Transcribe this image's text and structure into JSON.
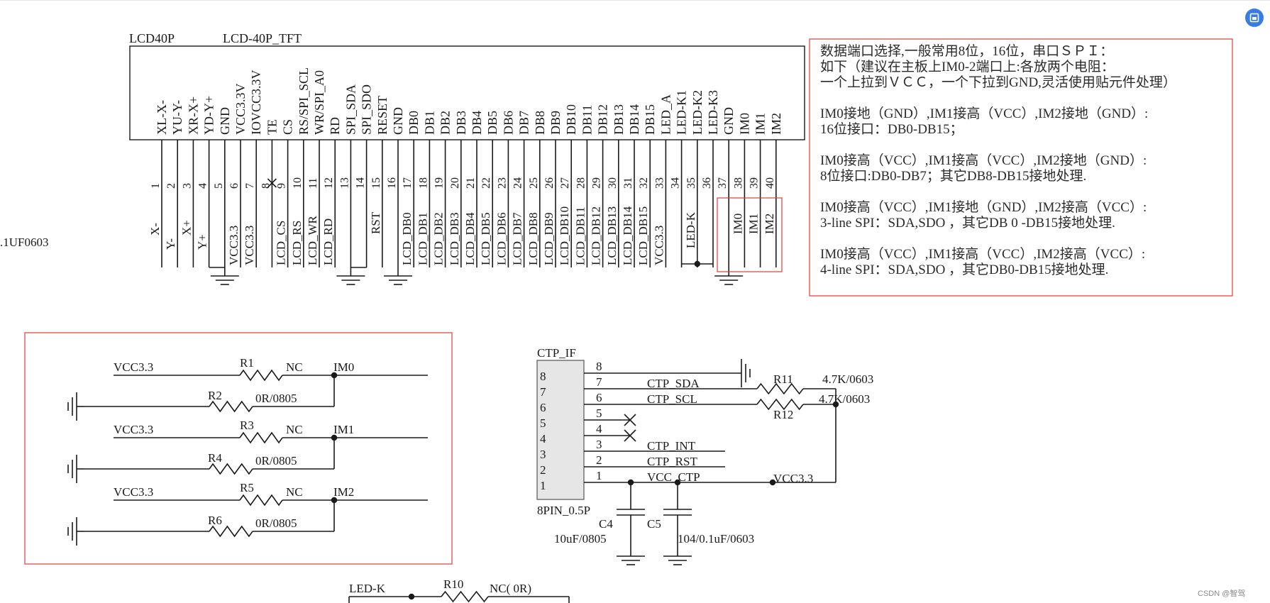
{
  "lcd": {
    "ref": "LCD40P",
    "value": "LCD-40P_TFT",
    "pins": [
      {
        "name": "XL-X-",
        "num": "1",
        "net": "X-"
      },
      {
        "name": "YU-Y-",
        "num": "2",
        "net": "Y-"
      },
      {
        "name": "XR-X+",
        "num": "3",
        "net": "X+"
      },
      {
        "name": "YD-Y+",
        "num": "4",
        "net": "Y+"
      },
      {
        "name": "GND",
        "num": "5",
        "net": ""
      },
      {
        "name": "VCC3.3V",
        "num": "6",
        "net": "VCC3.3"
      },
      {
        "name": "IOVCC3.3V",
        "num": "7",
        "net": "VCC3.3"
      },
      {
        "name": "TE",
        "num": "8",
        "net": ""
      },
      {
        "name": "CS",
        "num": "9",
        "net": "LCD_CS"
      },
      {
        "name": "RS/SPI_SCL",
        "num": "10",
        "net": "LCD_RS"
      },
      {
        "name": "WR/SPI_A0",
        "num": "11",
        "net": "LCD_WR"
      },
      {
        "name": "RD",
        "num": "12",
        "net": "LCD_RD"
      },
      {
        "name": "SPI_SDA",
        "num": "13",
        "net": ""
      },
      {
        "name": "SPI_SDO",
        "num": "14",
        "net": ""
      },
      {
        "name": "RESET",
        "num": "15",
        "net": "RST"
      },
      {
        "name": "GND",
        "num": "16",
        "net": ""
      },
      {
        "name": "DB0",
        "num": "17",
        "net": "LCD_DB0"
      },
      {
        "name": "DB1",
        "num": "18",
        "net": "LCD_DB1"
      },
      {
        "name": "DB2",
        "num": "19",
        "net": "LCD_DB2"
      },
      {
        "name": "DB3",
        "num": "20",
        "net": "LCD_DB3"
      },
      {
        "name": "DB4",
        "num": "21",
        "net": "LCD_DB4"
      },
      {
        "name": "DB5",
        "num": "22",
        "net": "LCD_DB5"
      },
      {
        "name": "DB6",
        "num": "23",
        "net": "LCD_DB6"
      },
      {
        "name": "DB7",
        "num": "24",
        "net": "LCD_DB7"
      },
      {
        "name": "DB8",
        "num": "25",
        "net": "LCD_DB8"
      },
      {
        "name": "DB9",
        "num": "26",
        "net": "LCD_DB9"
      },
      {
        "name": "DB10",
        "num": "27",
        "net": "LCD_DB10"
      },
      {
        "name": "DB11",
        "num": "28",
        "net": "LCD_DB11"
      },
      {
        "name": "DB12",
        "num": "29",
        "net": "LCD_DB12"
      },
      {
        "name": "DB13",
        "num": "30",
        "net": "LCD_DB13"
      },
      {
        "name": "DB14",
        "num": "31",
        "net": "LCD_DB14"
      },
      {
        "name": "DB15",
        "num": "32",
        "net": "LCD_DB15"
      },
      {
        "name": "LED_A",
        "num": "33",
        "net": "VCC3.3"
      },
      {
        "name": "LED-K1",
        "num": "34",
        "net": ""
      },
      {
        "name": "LED-K2",
        "num": "35",
        "net": "LED-K"
      },
      {
        "name": "LED-K3",
        "num": "36",
        "net": ""
      },
      {
        "name": "GND",
        "num": "37",
        "net": ""
      },
      {
        "name": "IM0",
        "num": "38",
        "net": "IM0"
      },
      {
        "name": "IM1",
        "num": "39",
        "net": "IM1"
      },
      {
        "name": "IM2",
        "num": "40",
        "net": "IM2"
      }
    ],
    "left_cap_label": ".1UF0603"
  },
  "notes": {
    "lines": [
      "数据端口选择,一般常用8位，16位，串口ＳＰＩ：",
      "如下（建议在主板上IM0-2端口上:各放两个电阻：",
      "一个上拉到ＶＣＣ，一个下拉到GND,灵活使用贴元件处理）",
      "",
      "IM0接地（GND）,IM1接高（VCC）,IM2接地（GND）:",
      "16位接口：DB0-DB15；",
      "",
      "IM0接高（VCC）,IM1接高（VCC）,IM2接地（GND）:",
      "8位接口:DB0-DB7；其它DB8-DB15接地处理.",
      "",
      "IM0接高（VCC）,IM1接地（GND）,IM2接高（VCC）:",
      "3-line SPI：SDA,SDO ，其它DB 0 -DB15接地处理.",
      "",
      "IM0接高（VCC）,IM1接高（VCC）,IM2接高（VCC）:",
      "4-line SPI：SDA,SDO ，其它DB0-DB15接地处理."
    ]
  },
  "im_config": {
    "groups": [
      {
        "vcc": "VCC3.3",
        "r_up": "R1",
        "up_val": "NC",
        "r_down": "R2",
        "down_val": "0R/0805",
        "net": "IM0"
      },
      {
        "vcc": "VCC3.3",
        "r_up": "R3",
        "up_val": "NC",
        "r_down": "R4",
        "down_val": "0R/0805",
        "net": "IM1"
      },
      {
        "vcc": "VCC3.3",
        "r_up": "R5",
        "up_val": "NC",
        "r_down": "R6",
        "down_val": "0R/0805",
        "net": "IM2"
      }
    ]
  },
  "ctp": {
    "ref": "CTP_IF",
    "value": "8PIN_0.5P",
    "pin_numbers_in": [
      "8",
      "7",
      "6",
      "5",
      "4",
      "3",
      "2",
      "1"
    ],
    "pins": [
      {
        "num": "8",
        "net": ""
      },
      {
        "num": "7",
        "net": "CTP_SDA"
      },
      {
        "num": "6",
        "net": "CTP_SCL"
      },
      {
        "num": "5",
        "net": ""
      },
      {
        "num": "4",
        "net": ""
      },
      {
        "num": "3",
        "net": "CTP_INT"
      },
      {
        "num": "2",
        "net": "CTP_RST"
      },
      {
        "num": "1",
        "net": "VCC_CTP"
      }
    ],
    "r11": {
      "ref": "R11",
      "val": "4.7K/0603"
    },
    "r12": {
      "ref": "R12",
      "val": "4.7K/0603"
    },
    "vcc_label": "VCC3.3",
    "c4": {
      "ref": "C4",
      "val": "10uF/0805"
    },
    "c5": {
      "ref": "C5",
      "val": "104/0.1uF/0603"
    }
  },
  "led": {
    "net": "LED-K",
    "r_ref": "R10",
    "r_val": "NC( 0R)"
  },
  "watermark": "CSDN @智驾",
  "colors": {
    "wire": "#1a1a1a",
    "highlight": "#e53935",
    "accent": "#3a7de0"
  }
}
